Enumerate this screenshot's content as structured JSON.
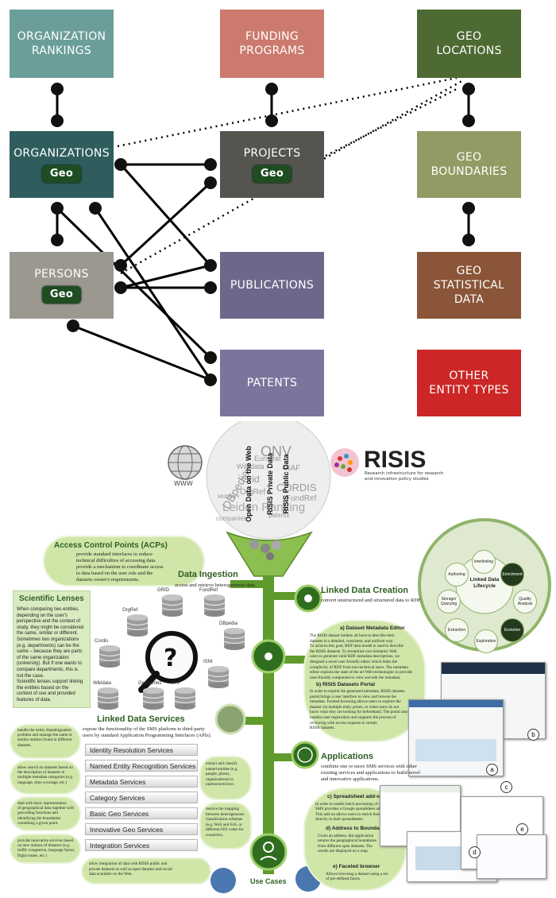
{
  "entities": {
    "org_rankings": "ORGANIZATION\nRANKINGS",
    "funding": "FUNDING\nPROGRAMS",
    "geo_locations": "GEO\nLOCATIONS",
    "organizations": "ORGANIZATIONS",
    "projects": "PROJECTS",
    "geo_boundaries": "GEO\nBOUNDARIES",
    "persons": "PERSONS",
    "publications": "PUBLICATIONS",
    "geo_stat": "GEO\nSTATISTICAL\nDATA",
    "patents": "PATENTS",
    "other": "OTHER\nENTITY TYPES",
    "geo_badge": "Geo"
  },
  "colors": {
    "teal": "#6b9e9b",
    "salmon": "#cb7a6d",
    "dark_green": "#4d6a33",
    "dark_teal": "#2f5d5e",
    "dark_gray": "#555550",
    "olive": "#919c64",
    "gray": "#9b9890",
    "purple": "#6d678b",
    "brown": "#8a5538",
    "lavender": "#7c749c",
    "red": "#cc2626",
    "pipe": "#5f9a2c",
    "cloud": "#cfe6a8"
  },
  "top": {
    "www": "WWW",
    "risis": "RISIS",
    "risis_sub": "Research infrastructure for research\nand innovation policy studies",
    "open_data": "Open Data on the Web",
    "private_data": "RISIS Private Data",
    "public_data": "RISIS Public Data",
    "cloud_words": [
      "ONV",
      "DBpedia",
      "Wikidata",
      "VIAF",
      "Grid",
      "Leiden Ranking",
      "CORDIS",
      "Mobility",
      "Eurostat",
      "FundRef",
      "OrgRef",
      "patents",
      "companies"
    ]
  },
  "acp": {
    "title": "Access Control Points (ACPs)",
    "text": "provide standard interfaces to reduce\ntechnical difficulties of accessing data.\nprovide a mechanism to coordinate access\nto data based on the user role and the\ndatasets owner's requirements."
  },
  "ingestion": {
    "title": "Data Ingestion",
    "text": "access and retrieve heterogeneous data."
  },
  "lenses": {
    "title": "Scientific Lenses",
    "text": "When comparing two entities,\ndepending on the user's\nperspective and the context of\nstudy, they might be considered\nthe same, similar or different.\nSometimes two organizations\n(e.g. departments) can be the\nsame – because they are parts\nof the same organization\n(university). But if one wants to\ncompare departments, this is\nnot the case.\nScientific lenses support linking\nthe entities based on the\ncontext of use and provided\nfeatures of data."
  },
  "datasets": [
    "GRID",
    "FundRef",
    "OrgRef",
    "DBpedia",
    "Cordis",
    "ISNI",
    "Wikidata",
    "Geonames",
    "VIAF"
  ],
  "linked_creation": {
    "title": "Linked Data Creation",
    "text": "convert unstructured and structured data to RDF."
  },
  "lifecycle": {
    "center": "Linked Data\nLifecycle",
    "steps": [
      "Interlinking",
      "Enrichment",
      "Quality\nAnalysis",
      "Evolution",
      "Exploration",
      "Extraction",
      "Storage/\nQuerying",
      "Authoring"
    ]
  },
  "editor": {
    "title_a": "a) Dataset Metadata Editor",
    "text_a": "The RISIS dataset holders all have to describe their\ndatasets in a detailed, consistent, and uniform way.\nTo achieve this goal, RDF data model is used to describe\nthe RISIS datasets. To streamline non-Semantic Web\nusers to generate valid RDF metadata descriptions, we\ndesigned a novel user-friendly editor which hides the\ncomplexity of RDF from non-technical users. The metadata\neditor exploits the state of the art Web technologies to provide\nuser-friendly component to view and edit the metadata.",
    "title_b": "b) RISIS Datasets Portal",
    "text_b": "In order to exploit the generated metadata, RISIS datasets\nportal brings a user interface to view and browse the\nmetadata. Faceted browsing allows users to explore the\ndataset via multiple entry points, or when users do not\nknow what they are looking for beforehand. The portal also\nhandles user registration and supports the process of\nreviewing with access requests to certain\nRISIS datasets."
  },
  "services": {
    "title": "Linked Data Services",
    "text": "expose the functionality of the SMS platform to third-party\nusers by standard Application Programming Interfaces (APIs).",
    "items": [
      "Identity Resolution Services",
      "Named Entity Recognition Services",
      "Metadata Services",
      "Category Services",
      "Basic Geo Services",
      "Innovative Geo Services",
      "Integration Services"
    ],
    "left_notes": [
      "handle the entity disambiguation\nproblem and manage the same or\nsimilar entities found in different\ndatasets.",
      "allow search on datasets based on\nthe description of datasets in\nmultiple metadata categories (e.g.\nlanguage, time coverage, etc.)",
      "deal with basic representation\nof geographical data together with\ngeocoding functions and\nidentifying the boundaries\ncontaining a given point.",
      "provide innovative services based\non new notions of distance (e.g.\ntraffic congestion, language factor,\nflight routes, etc.)"
    ],
    "right_notes": [
      "extract and classify\nnamed entities (e.g.\npeople, places,\norganizations) in\nunstructured text.",
      "resolve the mapping\nbetween heterogeneous\nclassification schemas\n(e.g. WoS and FoS, or\ndifferent ISO codes for\ncountries)."
    ],
    "bottom_note": "allow integration of data with RISIS public and\nprivate datasets as well as open datasets and social\ndata available on the Web."
  },
  "applications": {
    "title": "Applications",
    "text": "combine one or more SMS services with other\nexisting services and applications to build novel\nand innovative applications.",
    "title_c": "c) Spreadsheet add-on",
    "text_c": "In order to enable batch processing of data,\nSMS provides a Google spreadsheet add-on.\nThis add-on allows users to enrich their data\ndirectly in their spreadsheets.",
    "title_d": "d) Address to Boundaries",
    "text_d": "Given an address, this application\nreturns the geographical boundaries\nfrom different open datasets. The\nresults are displayed on a map.",
    "title_e": "e) Faceted browser",
    "text_e": "Allows browsing a dataset using a set\nof pre-defined facets"
  },
  "use_cases": "Use Cases",
  "shot_tags": [
    "a",
    "b",
    "c",
    "d",
    "e"
  ]
}
